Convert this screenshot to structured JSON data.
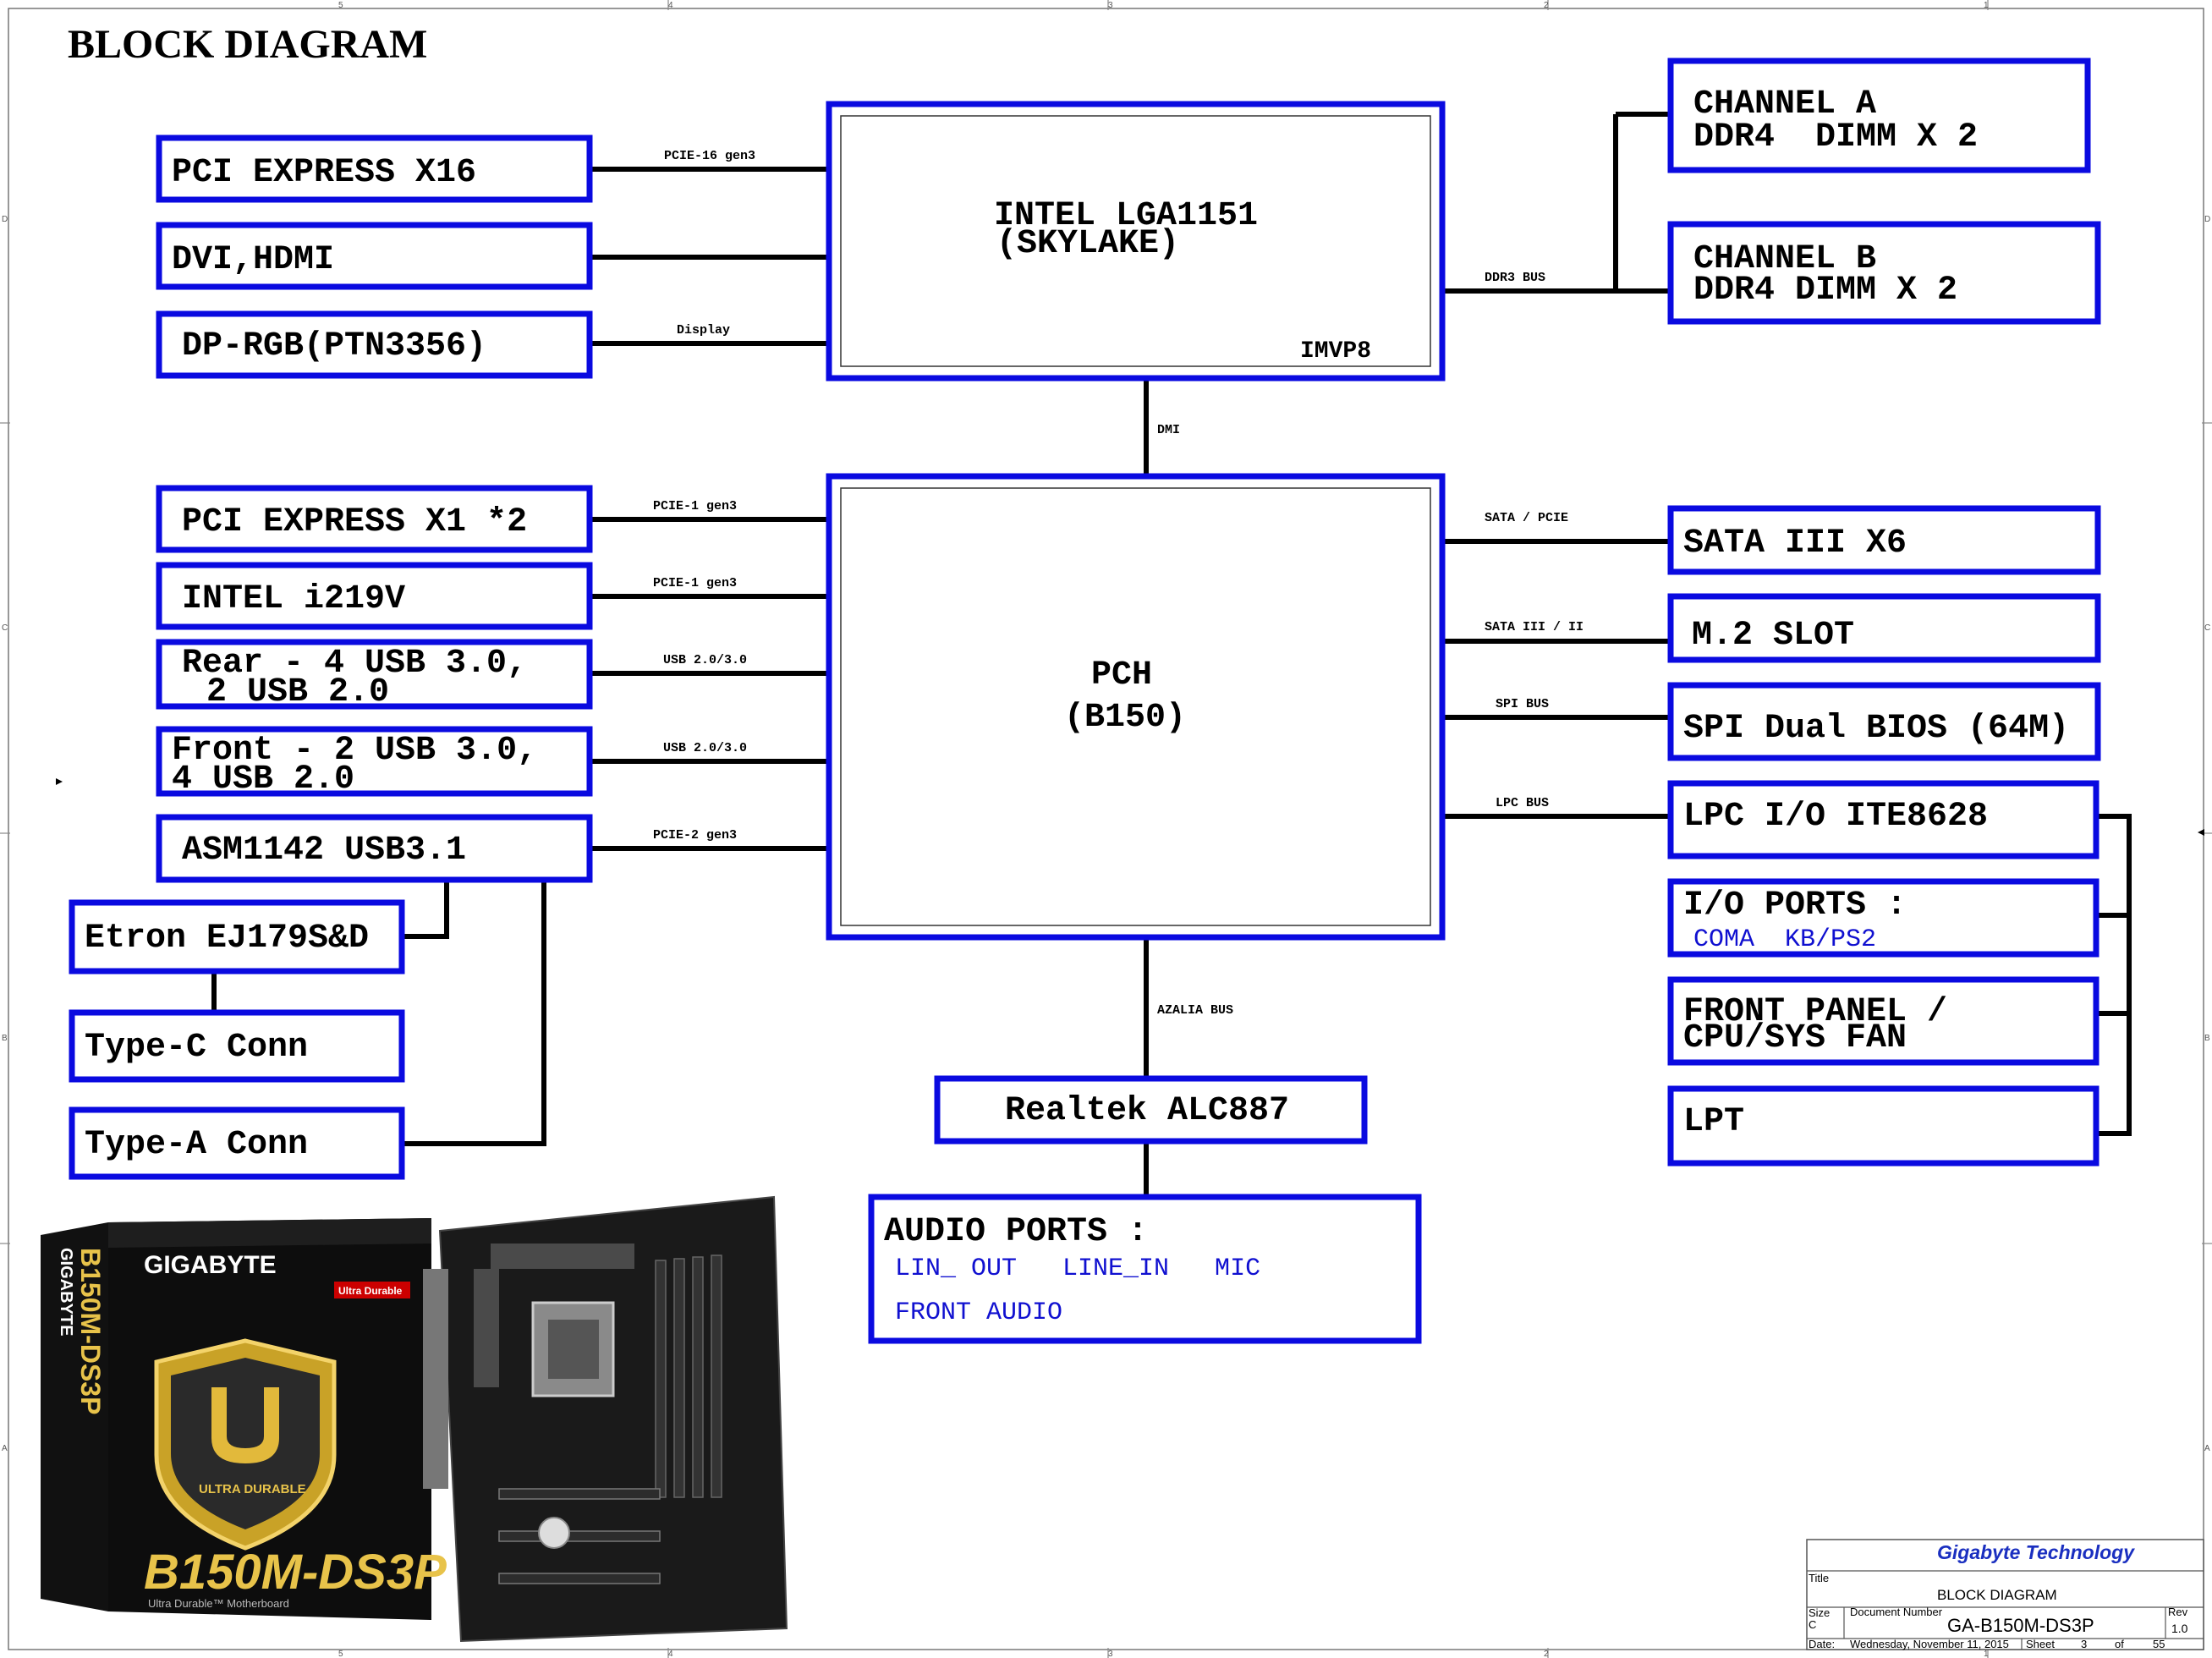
{
  "title": "BLOCK DIAGRAM",
  "cpu": {
    "line1": "INTEL LGA1151",
    "line2": "(SKYLAKE)",
    "vr": "IMVP8"
  },
  "pch": {
    "line1": "PCH",
    "line2": "(B150)"
  },
  "memory": {
    "channel_a": {
      "line1": "CHANNEL A",
      "line2": "DDR4  DIMM X 2"
    },
    "channel_b": {
      "line1": "CHANNEL B",
      "line2": "DDR4 DIMM X 2"
    }
  },
  "left_cpu": [
    "PCI EXPRESS X16",
    "DVI,HDMI",
    "DP-RGB(PTN3356)"
  ],
  "left_pch": {
    "pcie_x1": "PCI EXPRESS X1 *2",
    "lan": "INTEL i219V",
    "rear_usb": {
      "line1": "Rear - 4 USB 3.0,",
      "line2": " 2 USB 2.0"
    },
    "front_usb": {
      "line1": "Front - 2 USB 3.0,",
      "line2": "4 USB 2.0"
    },
    "asm": "ASM1142 USB3.1"
  },
  "usb31": {
    "etron": "Etron EJ179S&D",
    "type_c": "Type-C Conn",
    "type_a": "Type-A Conn"
  },
  "right_pch": {
    "sata": "SATA III X6",
    "m2": "M.2 SLOT",
    "spi": "SPI Dual BIOS (64M)",
    "lpc": "LPC I/O ITE8628",
    "io_ports": {
      "title": "I/O PORTS :",
      "items": "COMA  KB/PS2"
    },
    "front_panel": {
      "line1": "FRONT PANEL /",
      "line2": "CPU/SYS FAN"
    },
    "lpt": "LPT"
  },
  "audio": {
    "codec": "Realtek ALC887",
    "ports_title": "AUDIO PORTS :",
    "ports_line1": "LIN_ OUT   LINE_IN   MIC",
    "ports_line2": "FRONT AUDIO"
  },
  "buses": {
    "pcie16": "PCIE-16 gen3",
    "display": "Display",
    "ddr": "DDR3 BUS",
    "dmi": "DMI",
    "pcie1_a": "PCIE-1 gen3",
    "pcie1_b": "PCIE-1 gen3",
    "usb_a": "USB 2.0/3.0",
    "usb_b": "USB 2.0/3.0",
    "pcie2": "PCIE-2 gen3",
    "sata_pcie": "SATA / PCIE",
    "sata_iii_ii": "SATA III / II",
    "spi_bus": "SPI BUS",
    "lpc_bus": "LPC BUS",
    "azalia": "AZALIA BUS"
  },
  "product": {
    "brand": "GIGABYTE",
    "model": "B150M-DS3P",
    "badge": "ULTRA DURABLE",
    "tagline": "Ultra Durable™ Motherboard",
    "ultra_durable_tag": "Ultra Durable"
  },
  "title_block": {
    "company": "Gigabyte Technology",
    "title_label": "Title",
    "title": "BLOCK DIAGRAM",
    "size_label": "Size",
    "size": "C",
    "doc_label": "Document Number",
    "doc_number": "GA-B150M-DS3P",
    "rev_label": "Rev",
    "rev": "1.0",
    "date_label": "Date:",
    "date": "Wednesday, November 11, 2015",
    "sheet_label": "Sheet",
    "sheet": "3",
    "of_label": "of",
    "total": "55"
  },
  "border_marks": {
    "cols": [
      "5",
      "4",
      "3",
      "2",
      "1"
    ],
    "rows": [
      "D",
      "C",
      "B",
      "A"
    ]
  },
  "colors": {
    "box_stroke": "#0a0ae0",
    "wire": "#000000",
    "sub_text": "#1010d0",
    "company": "#1a2fc0"
  }
}
